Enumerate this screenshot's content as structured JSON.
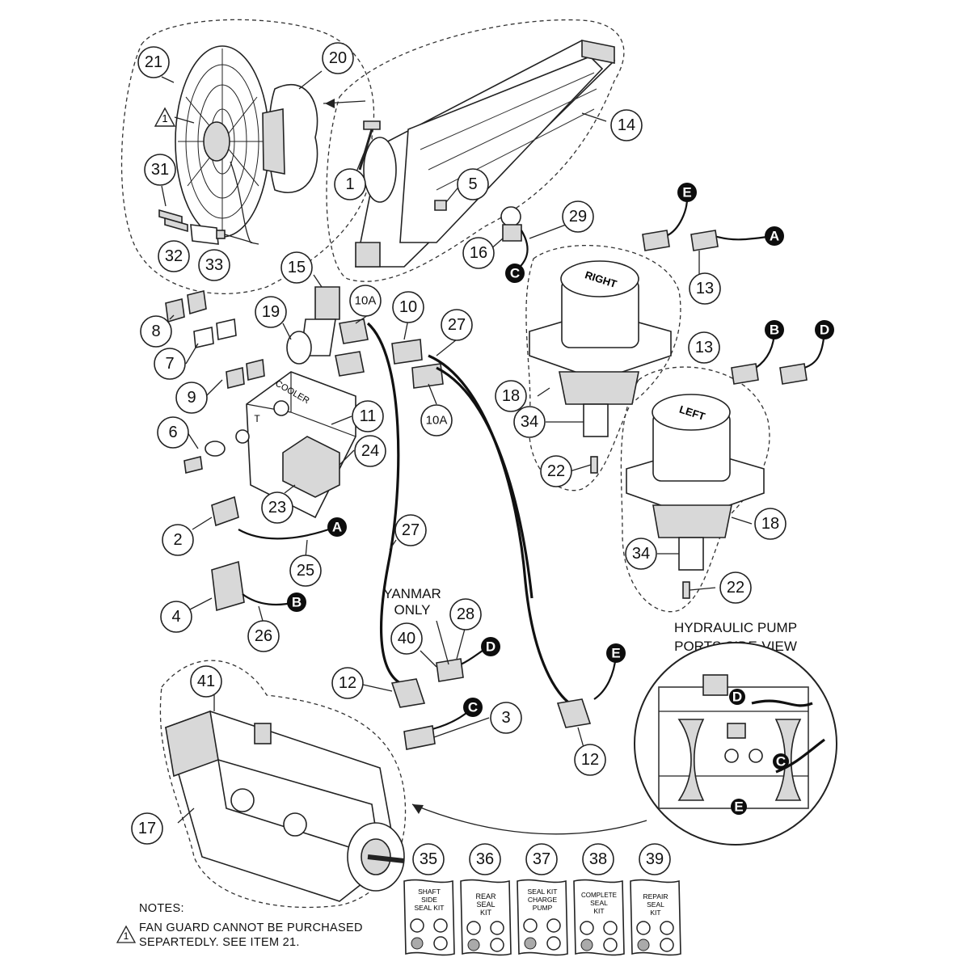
{
  "callouts": {
    "c21": "21",
    "c20": "20",
    "c14": "14",
    "c31": "31",
    "c32": "32",
    "c33": "33",
    "c1": "1",
    "c5": "5",
    "c29": "29",
    "c16": "16",
    "c13a": "13",
    "c13b": "13",
    "c15": "15",
    "c19": "19",
    "c10a_top": "10A",
    "c10": "10",
    "c27a": "27",
    "c10a_bot": "10A",
    "c8": "8",
    "c7": "7",
    "c9": "9",
    "c6": "6",
    "c11": "11",
    "c24": "24",
    "c23": "23",
    "c18a": "18",
    "c34a": "34",
    "c22a": "22",
    "c18b": "18",
    "c34b": "34",
    "c22b": "22",
    "c2": "2",
    "c25": "25",
    "c27b": "27",
    "c4": "4",
    "c26": "26",
    "c28": "28",
    "c40": "40",
    "c41": "41",
    "c12a": "12",
    "c3": "3",
    "c12b": "12",
    "c17": "17",
    "c35": "35",
    "c36": "36",
    "c37": "37",
    "c38": "38",
    "c39": "39"
  },
  "connectors": {
    "E_top": "E",
    "A_top": "A",
    "B_top": "B",
    "D_top": "D",
    "C_top": "C",
    "A_mid": "A",
    "B_mid": "B",
    "D_mid": "D",
    "E_mid": "E",
    "C_mid": "C",
    "D_inset": "D",
    "C_inset": "C",
    "E_inset": "E"
  },
  "labels": {
    "right_motor": "RIGHT",
    "left_motor": "LEFT",
    "cooler": "COOLER",
    "port_t": "T",
    "yanmar_line1": "YANMAR",
    "yanmar_line2": "ONLY",
    "inset_title_line1": "HYDRAULIC PUMP",
    "inset_title_line2": "PORTS SIDE-VIEW",
    "warning_symbol_number": "1"
  },
  "seal_kits": [
    {
      "number": "35",
      "line1": "SHAFT",
      "line2": "SIDE",
      "line3": "SEAL KIT"
    },
    {
      "number": "36",
      "line1": "REAR",
      "line2": "SEAL",
      "line3": "KIT"
    },
    {
      "number": "37",
      "line1": "SEAL KIT",
      "line2": "CHARGE",
      "line3": "PUMP"
    },
    {
      "number": "38",
      "line1": "COMPLETE",
      "line2": "SEAL",
      "line3": "KIT"
    },
    {
      "number": "39",
      "line1": "REPAIR",
      "line2": "SEAL",
      "line3": "KIT"
    }
  ],
  "notes": {
    "heading": "NOTES:",
    "number": "1",
    "line1": "FAN GUARD CANNOT BE PURCHASED",
    "line2": "SEPARTEDLY. SEE ITEM 21."
  }
}
